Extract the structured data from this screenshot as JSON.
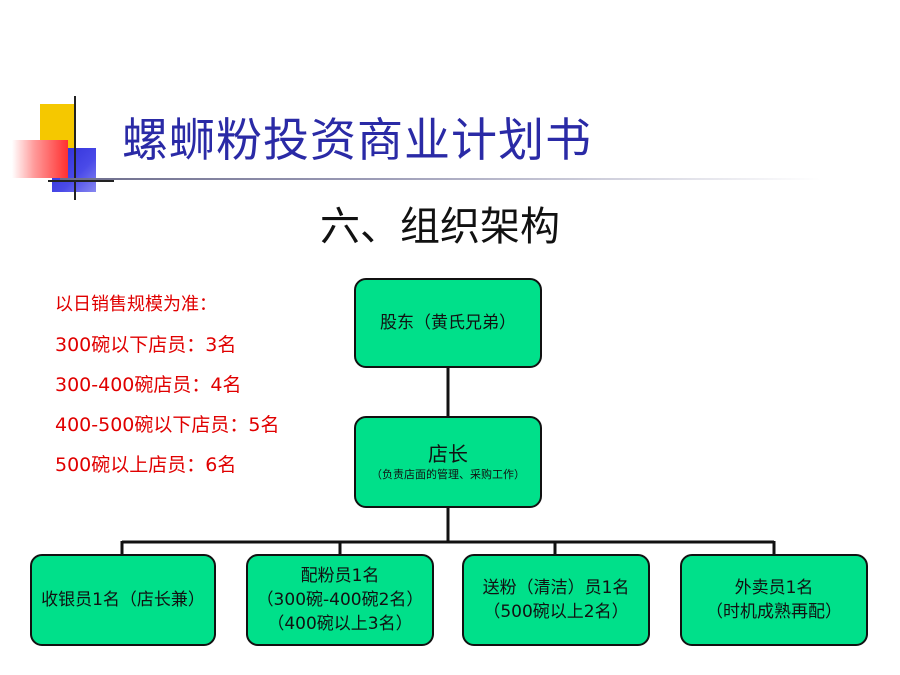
{
  "title": "螺蛳粉投资商业计划书",
  "subtitle": "六、组织架构",
  "notes": [
    "以日销售规模为准：",
    "300碗以下店员：3名",
    "300-400碗店员：4名",
    "400-500碗以下店员：5名",
    "500碗以上店员：6名"
  ],
  "org": {
    "shareholders": {
      "label": "股东（黄氏兄弟）"
    },
    "manager": {
      "label": "店长",
      "note": "（负责店面的管理、采购工作）"
    },
    "staff": [
      {
        "lines": [
          "收银员1名（店长兼）"
        ]
      },
      {
        "lines": [
          "配粉员1名",
          "（300碗-400碗2名）",
          "（400碗以上3名）"
        ]
      },
      {
        "lines": [
          "送粉（清洁）员1名",
          "（500碗以上2名）"
        ]
      },
      {
        "lines": [
          "外卖员1名",
          "（时机成熟再配）"
        ]
      }
    ]
  },
  "colors": {
    "title": "#2a2aa6",
    "notes": "#e00000",
    "node_fill": "#00e08a"
  }
}
